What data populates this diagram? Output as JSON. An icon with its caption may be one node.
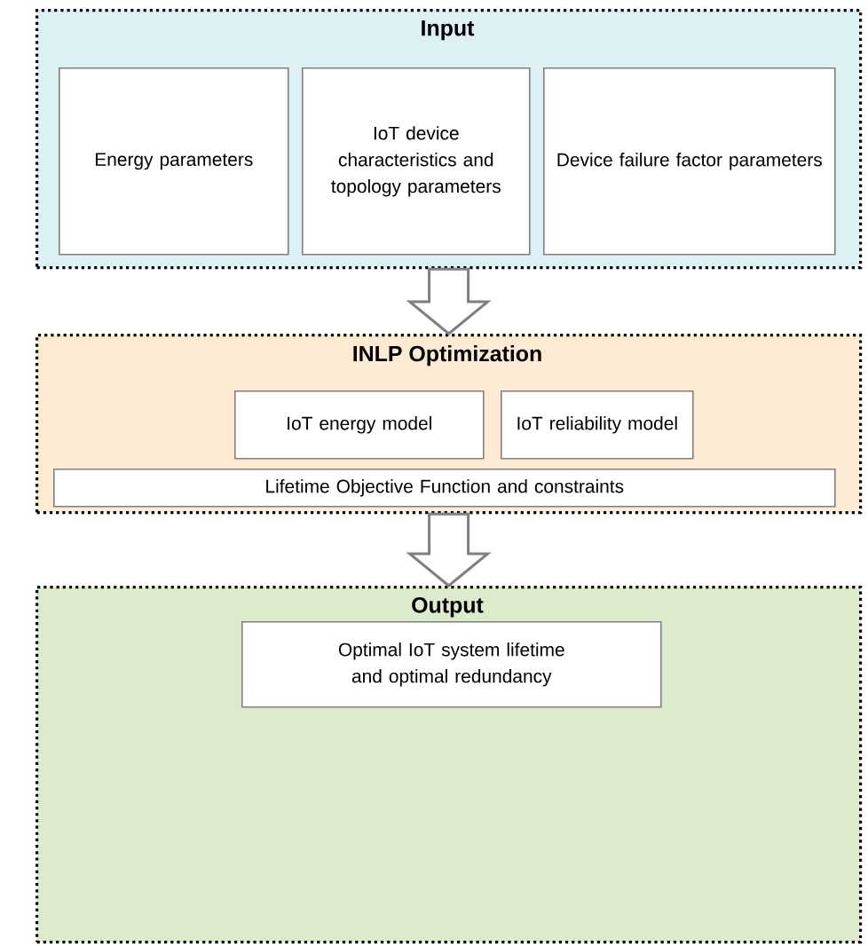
{
  "diagram": {
    "nodes": [
      {
        "text": [
          "Input"
        ]
      },
      {
        "text": [
          "Energy parameters"
        ],
        "in": 0
      },
      {
        "text": [
          "IoT device characteristics and topology parameters"
        ],
        "in": 0
      },
      {
        "text": [
          "Device failure factor parameters"
        ],
        "in": 0
      },
      {
        "text": [
          "INLP Optimization"
        ]
      },
      {
        "text": [
          "IoT energy model"
        ],
        "in": 4
      },
      {
        "text": [
          "IoT reliability model"
        ],
        "in": 4
      },
      {
        "text": [
          "Lifetime Objective Function and constraints"
        ],
        "in": 4
      },
      {
        "text": [
          "Output"
        ]
      },
      {
        "text": [
          "Optimal IoT system lifetime and optimal redundancy"
        ],
        "in": 8
      }
    ],
    "edges": [
      {
        "from": 0,
        "to": 4,
        "arrow": "to"
      },
      {
        "from": 4,
        "to": 8,
        "arrow": "to"
      }
    ]
  }
}
